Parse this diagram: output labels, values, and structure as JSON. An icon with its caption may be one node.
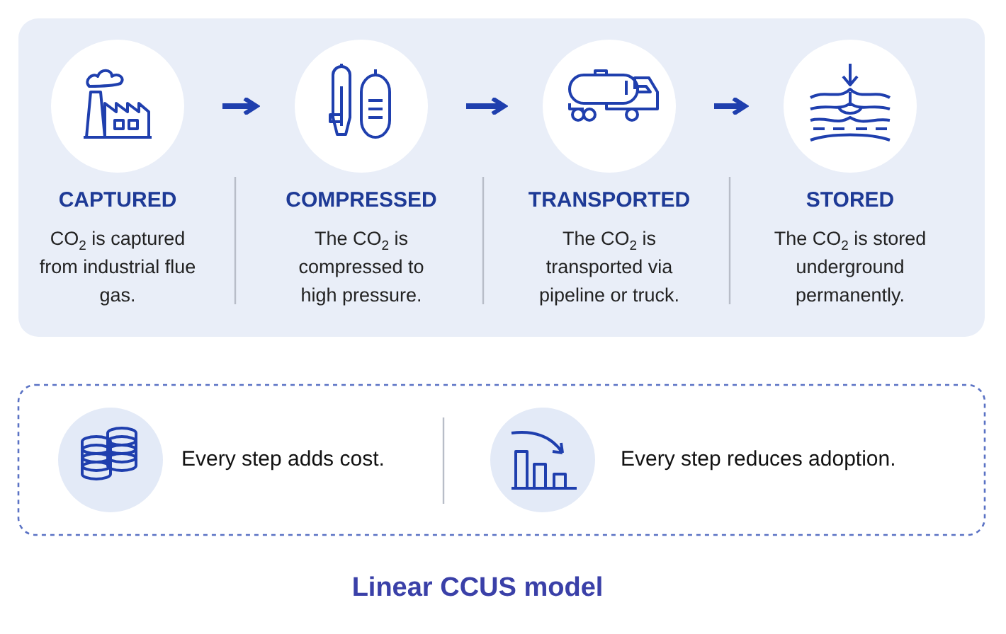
{
  "diagram": {
    "caption": "Linear CCUS model",
    "nodes": [
      {
        "text": [
          "CAPTURED",
          "CO$_{2}$ is captured from industrial flue gas."
        ]
      },
      {
        "text": [
          "COMPRESSED",
          "The CO$_{2}$ is compressed to high pressure."
        ]
      },
      {
        "text": [
          "TRANSPORTED",
          "The CO$_{2}$ is transported via pipeline or truck."
        ]
      },
      {
        "text": [
          "STORED",
          "The CO$_{2}$ is stored underground permanently."
        ]
      }
    ],
    "edges": [
      {
        "from": 0,
        "to": 1,
        "arrow": "to"
      },
      {
        "from": 1,
        "to": 2,
        "arrow": "to"
      },
      {
        "from": 2,
        "to": 3,
        "arrow": "to"
      }
    ],
    "labels": [
      "Every step adds cost.",
      "Every step reduces adoption."
    ]
  }
}
